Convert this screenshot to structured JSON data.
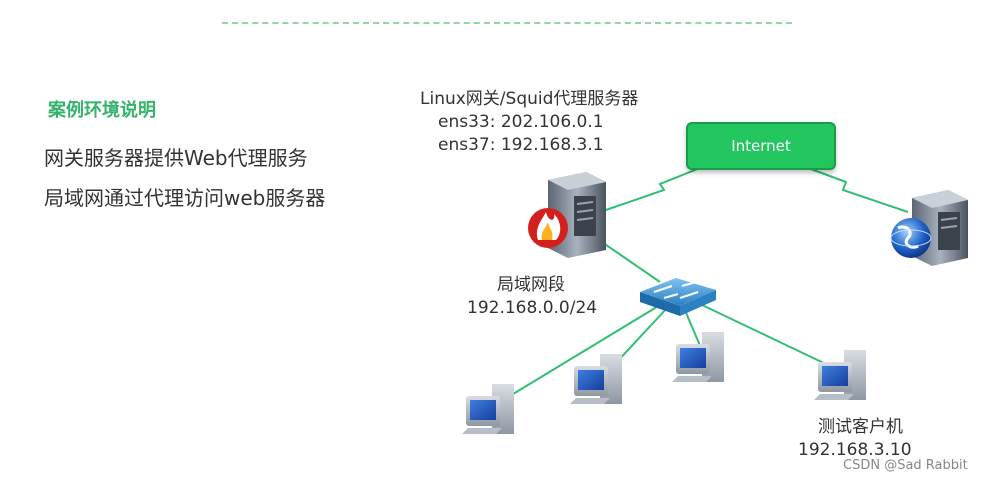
{
  "slide": {
    "heading": "案例环境说明",
    "lines": [
      "网关服务器提供Web代理服务",
      "局域网通过代理访问web服务器"
    ]
  },
  "gateway": {
    "title": "Linux网关/Squid代理服务器",
    "ens33": "ens33: 202.106.0.1",
    "ens37": "ens37: 192.168.3.1"
  },
  "internet": {
    "label": "Internet"
  },
  "lan": {
    "name": "局域网段",
    "cidr": "192.168.0.0/24"
  },
  "client": {
    "name": "测试客户机",
    "ip": "192.168.3.10"
  },
  "watermark": "CSDN @Sad Rabbit",
  "colors": {
    "accent": "#22c55e",
    "link": "#2fbf71",
    "heading": "#33b36b"
  },
  "icons": [
    "gateway-server-icon",
    "firewall-flame-icon",
    "web-server-icon",
    "globe-icon",
    "switch-icon",
    "client-pc-icon"
  ]
}
